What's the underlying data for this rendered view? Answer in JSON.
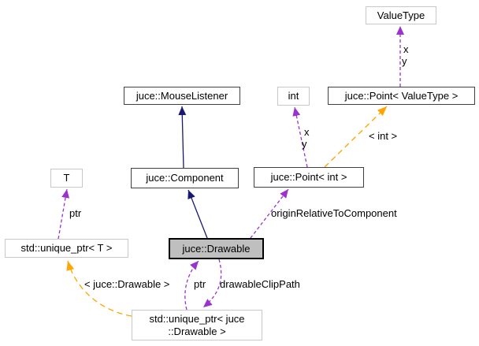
{
  "diagram": {
    "nodes": {
      "value_type": "ValueType",
      "mouse_listener": "juce::MouseListener",
      "int_type": "int",
      "point_value_type": "juce::Point< ValueType >",
      "t_param": "T",
      "component": "juce::Component",
      "point_int": "juce::Point< int >",
      "unique_ptr_t": "std::unique_ptr< T >",
      "drawable": "juce::Drawable",
      "unique_ptr_drawable_line1": "std::unique_ptr< juce",
      "unique_ptr_drawable_line2": "::Drawable >"
    },
    "edge_labels": {
      "point_valuetype_x": "x",
      "point_valuetype_y": "y",
      "point_int_x": "x",
      "point_int_y": "y",
      "template_int": "< int >",
      "origin_relative": "originRelativeToComponent",
      "ptr_t": "ptr",
      "ptr_drawable": "ptr",
      "template_drawable": "< juce::Drawable >",
      "drawable_clip_path": "drawableClipPath"
    },
    "colors": {
      "inherit": "#191970",
      "usage": "#9a32cd",
      "template": "#ffa500",
      "node_border": "#404040",
      "node_border_light": "#c8c8c8",
      "highlight_fill": "#bfbfbf",
      "text": "#000000"
    }
  }
}
